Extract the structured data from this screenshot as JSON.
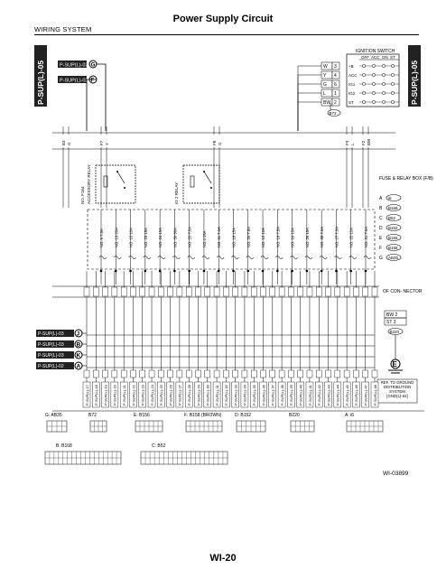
{
  "header": {
    "system": "WIRING SYSTEM",
    "title": "Power Supply Circuit"
  },
  "footer": {
    "page": "WI-20",
    "code": "WI-03899"
  },
  "side_tabs": {
    "left": "P-SUP(L)-05",
    "right": "P-SUP(L)-05"
  },
  "ignition_switch": {
    "title": "IGNITION SWITCH",
    "modes": [
      "OFF",
      "ACC",
      "ON",
      "ST"
    ],
    "connector": "B72",
    "wires": [
      {
        "color": "W",
        "pin": "3",
        "term": "+B"
      },
      {
        "color": "Y",
        "pin": "4",
        "term": "ACC"
      },
      {
        "color": "G",
        "pin": "6",
        "term": "IG1"
      },
      {
        "color": "L",
        "pin": "1",
        "term": "IG2"
      },
      {
        "color": "BW",
        "pin": "2",
        "term": "ST"
      }
    ]
  },
  "top_refs": [
    {
      "label": "P-SUP(L)-02",
      "ref": "G"
    },
    {
      "label": "P-SUP(L)-02",
      "ref": "F"
    }
  ],
  "left_refs": [
    {
      "label": "P-SUP(L)-03",
      "ref": "J"
    },
    {
      "label": "P-SUP(L)-03",
      "ref": "B"
    },
    {
      "label": "P-SUP(L)-03",
      "ref": "K"
    },
    {
      "label": "P-SUP(L)-02",
      "ref": "A"
    }
  ],
  "top_wire_labels": [
    "B4",
    "G",
    "F7",
    "Y",
    "F8",
    "G",
    "F3",
    "L",
    "F2",
    "BW"
  ],
  "relays": [
    {
      "label": "ACCESSORY RELAY",
      "no": "NO. F164"
    },
    {
      "label": "IG 2 RELAY",
      "no": "NO. F164"
    }
  ],
  "fuses": [
    "NO. 6 7.5A",
    "NO. 13 20A",
    "NO. 15 10A",
    "NO. 23 15A",
    "NO. 24 15A",
    "NO. 30 30A",
    "NO. 25 7.5A",
    "NO.4 15A",
    "NO. 11 7.5A",
    "NO. 18 15A",
    "NO. 20 7.5A",
    "NO. 12 15A",
    "NO. 19 7.5A",
    "NO. 16 15A",
    "NO. 26 15A",
    "NO. 28 7.5A",
    "NO. 27 7.5A",
    "NO. 22 15A",
    "NO. 21 7.5A"
  ],
  "fuse_box": {
    "title": "FUSE & RELAY BOX (F/B)",
    "connectors": [
      {
        "letter": "A",
        "code": "i6"
      },
      {
        "letter": "B",
        "code": "B168"
      },
      {
        "letter": "C",
        "code": "B52"
      },
      {
        "letter": "D",
        "code": "B152"
      },
      {
        "letter": "E",
        "code": "B156"
      },
      {
        "letter": "F",
        "code": "B158"
      },
      {
        "letter": "G",
        "code": "AB35"
      }
    ]
  },
  "joint_connector": {
    "title": "OF CON- NECTOR",
    "pins": [
      "BW 2",
      "ST 3"
    ],
    "code": "B220"
  },
  "ground": {
    "ref": "E",
    "text": "REF. TO GROUND DISTRIBUTION SYSTEM [GND(L)-02]"
  },
  "bottom_labels": [
    "P-SUP(L)-17",
    "P-SUP(L)-18",
    "P-SUP(L)-19",
    "P-SUP(L)-20",
    "P-SUP(L)-21",
    "P-SUP(L)-22",
    "P-SUP(L)-23",
    "P-SUP(L)-24",
    "P-SUP(L)-25",
    "P-SUP(L)-26",
    "P-SUP(L)-27",
    "P-SUP(L)-28",
    "P-SUP(L)-29",
    "P-SUP(L)-30",
    "P-SUP(L)-31",
    "P-SUP(L)-32",
    "P-SUP(L)-33",
    "P-SUP(L)-34",
    "P-SUP(L)-35",
    "P-SUP(L)-36",
    "P-SUP(L)-37",
    "P-SUP(L)-38",
    "P-SUP(L)-39",
    "P-SUP(L)-40",
    "P-SUP(L)-41",
    "P-SUP(L)-42",
    "P-SUP(L)-43",
    "P-SUP(L)-44",
    "P-SUP(L)-45",
    "P-SUP(L)-46",
    "P-SUP(L)-47",
    "P-SUP(L)-48"
  ],
  "legend": {
    "row1": [
      "G: AB35",
      "B72",
      "E: B156",
      "F: B158 (BROWN)",
      "D: B152",
      "B220",
      "A: i6"
    ],
    "row2": [
      "B: B168",
      "C: B52"
    ]
  }
}
